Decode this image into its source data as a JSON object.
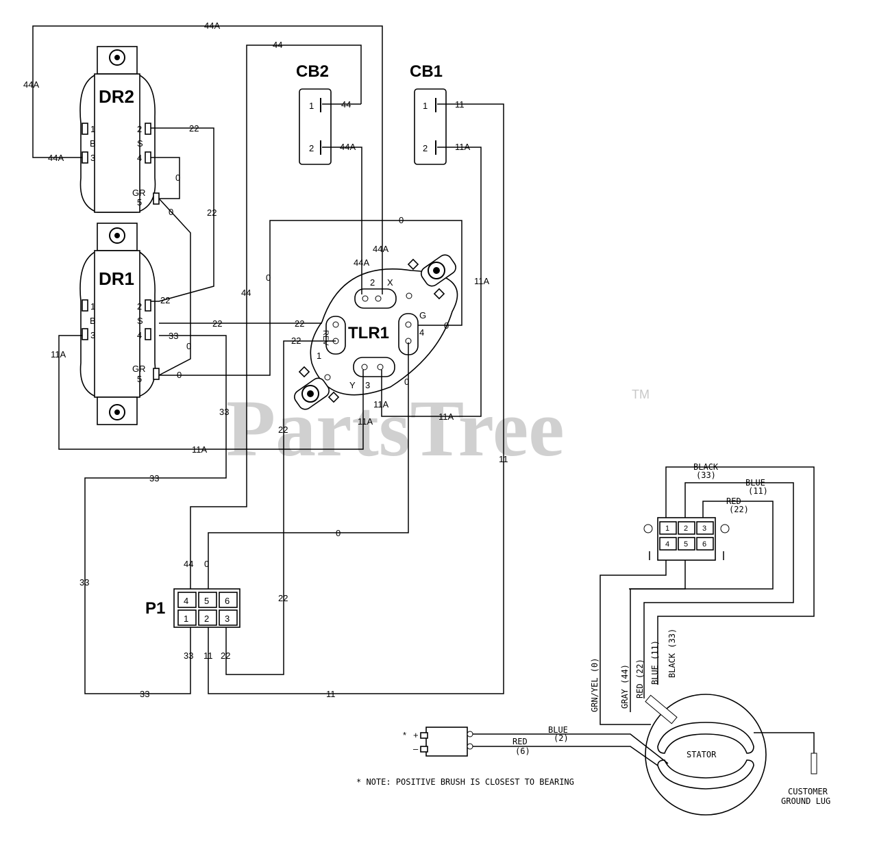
{
  "components": {
    "dr2": "DR2",
    "dr1": "DR1",
    "cb2": "CB2",
    "cb1": "CB1",
    "tlr1": "TLR1",
    "p1": "P1",
    "stator": "STATOR"
  },
  "dr_pins": {
    "p1": "1",
    "b": "B",
    "p3": "3",
    "p2": "2",
    "s": "S",
    "p4": "4",
    "gr": "GR",
    "p5": "5"
  },
  "cb_pins": {
    "p1": "1",
    "p2": "2"
  },
  "tlr_pins": {
    "p2": "2",
    "x": "X",
    "g": "G",
    "p4": "4",
    "p1": "1",
    "p5": "5",
    "rev": "REV",
    "y": "Y",
    "p3": "3"
  },
  "p1_pins": [
    "4",
    "5",
    "6",
    "1",
    "2",
    "3"
  ],
  "conn_pins": [
    "1",
    "2",
    "3",
    "4",
    "5",
    "6"
  ],
  "wires": {
    "w44a": "44A",
    "w44": "44",
    "w22": "22",
    "w0": "0",
    "w11": "11",
    "w11a": "11A",
    "w33": "33"
  },
  "stator_wires": {
    "black": "BLACK",
    "black_n": "(33)",
    "blue": "BLUE",
    "blue_n": "(11)",
    "red": "RED",
    "red_n": "(22)",
    "grn_yel": "GRN/YEL (0)",
    "gray": "GRAY (44)",
    "red_v": "RED (22)",
    "blue_v": "BLUE (11)",
    "black_v": "BLACK (33)"
  },
  "brush_wires": {
    "blue": "BLUE",
    "blue_n": "(2)",
    "red": "RED",
    "red_n": "(6)",
    "plus": "+",
    "minus": "–",
    "star": "*"
  },
  "note": "* NOTE: POSITIVE BRUSH IS CLOSEST TO BEARING",
  "ground_lug": [
    "CUSTOMER",
    "GROUND LUG"
  ],
  "watermark": "PartsTree",
  "trademark": "TM"
}
